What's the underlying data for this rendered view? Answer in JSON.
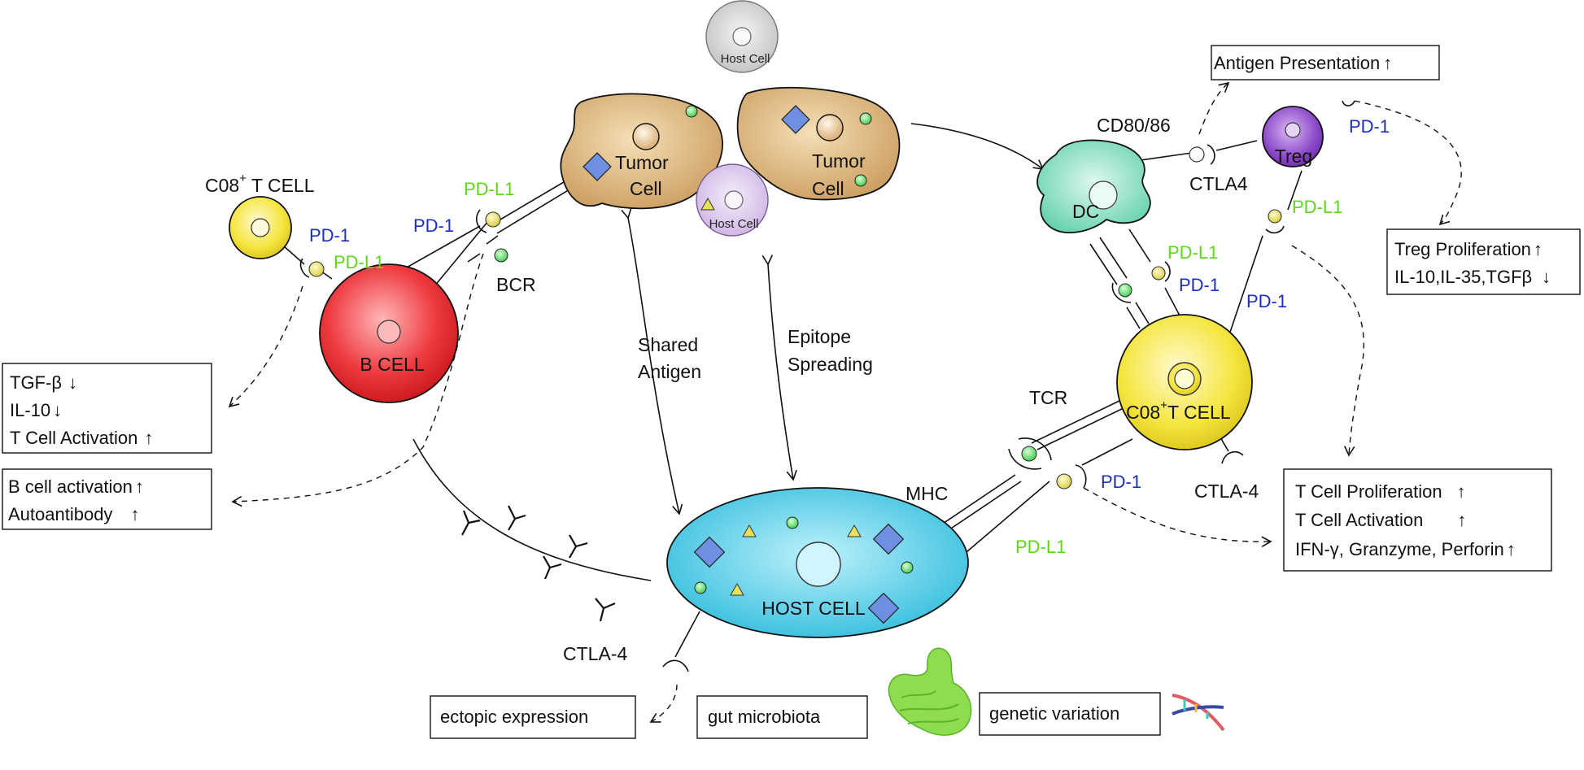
{
  "cells": {
    "host_top": "Host Cell",
    "host_mid": "Host Cell",
    "tumor_left_line1": "Tumor",
    "tumor_left_line2": "Cell",
    "tumor_right_line1": "Tumor",
    "tumor_right_line2": "Cell",
    "cd8_left_pre": "C08",
    "cd8_left_sup": "+",
    "cd8_left_post": " T CELL",
    "b_cell": "B CELL",
    "dc": "DC",
    "treg": "Treg",
    "cd8_right_pre": "C08",
    "cd8_right_sup": "+",
    "cd8_right_post": "T CELL",
    "host_big": "HOST CELL"
  },
  "receptors": {
    "pd1_a": "PD-1",
    "pdl1_a": "PD-L1",
    "pdl1_b": "PD-L1",
    "pd1_b": "PD-1",
    "bcr": "BCR",
    "cd80_86": "CD80/86",
    "ctla4_dc": "CTLA4",
    "pd1_treg": "PD-1",
    "pdl1_treg": "PD-L1",
    "pdl1_dc": "PD-L1",
    "pd1_dc": "PD-1",
    "pd1_t": "PD-1",
    "tcr": "TCR",
    "mhc": "MHC",
    "pd1_host": "PD-1",
    "pdl1_host": "PD-L1",
    "ctla4_t": "CTLA-4",
    "ctla4_host": "CTLA-4"
  },
  "mechanisms": {
    "shared_line1": "Shared",
    "shared_line2": "Antigen",
    "epitope_line1": "Epitope",
    "epitope_line2": "Spreading"
  },
  "boxes": {
    "antigen_presentation": "Antigen Presentation",
    "treg_line1": "Treg Proliferation",
    "treg_line2": "IL-10,IL-35,TGFβ",
    "tgf_line1": "TGF-β",
    "tgf_line2": "IL-10",
    "tgf_line3": "T Cell Activation",
    "bcell_line1": "B cell activation",
    "bcell_line2": "Autoantibody",
    "tcell_line1": "T Cell Proliferation",
    "tcell_line2": "T Cell Activation",
    "tcell_line3": "IFN-γ, Granzyme, Perforin",
    "ectopic": "ectopic expression",
    "gut": "gut microbiota",
    "genetic": "genetic variation"
  },
  "arrows": {
    "up": "↑",
    "down": "↓"
  },
  "colors": {
    "tumor": "#d9b07a",
    "b_cell": "#e8262c",
    "cd8": "#f3e23a",
    "dc": "#7fdcbf",
    "treg": "#8a47c8",
    "host_big": "#3fc7e3",
    "host_mid": "#dcc8ea",
    "host_top": "#d2d2d2",
    "pd1": "#1c2ec4",
    "pdl1": "#5fd61a"
  }
}
